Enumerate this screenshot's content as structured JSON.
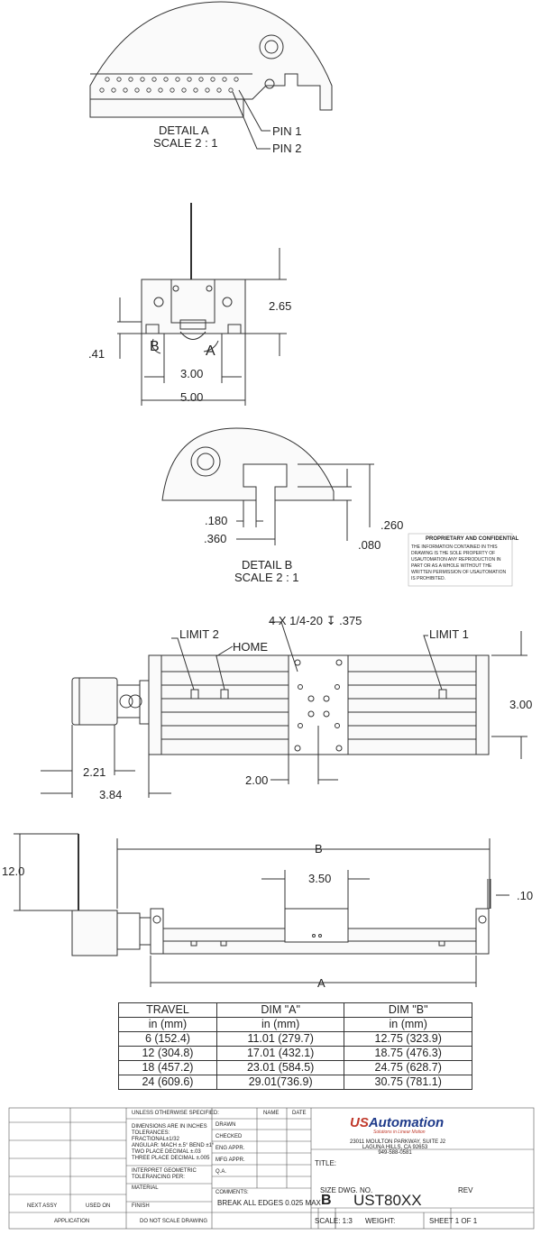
{
  "detail_a": {
    "title": "DETAIL A",
    "scale": "SCALE 2 : 1",
    "pin1": "PIN 1",
    "pin2": "PIN 2"
  },
  "end_view": {
    "dim_265": "2.65",
    "dim_041": ".41",
    "dim_300": "3.00",
    "dim_500": "5.00",
    "label_b": "B",
    "label_a": "A"
  },
  "detail_b": {
    "title": "DETAIL B",
    "scale": "SCALE 2 : 1",
    "dim_180": ".180",
    "dim_360": ".360",
    "dim_260": ".260",
    "dim_080": ".080"
  },
  "proprietary": {
    "heading": "PROPRIETARY AND CONFIDENTIAL",
    "lines": [
      "THE INFORMATION CONTAINED IN THIS",
      "DRAWING IS THE SOLE PROPERTY OF",
      "USAUTOMATION ANY REPRODUCTION IN",
      "PART OR AS A WHOLE WITHOUT THE",
      "WRITTEN PERMISSION OF USAUTOMATION",
      "IS PROHIBITED."
    ]
  },
  "top_view": {
    "holes": "4 X 1/4-20 ↧ .375",
    "limit1": "LIMIT 1",
    "limit2": "LIMIT 2",
    "home": "HOME",
    "dim_300": "3.00",
    "dim_221": "2.21",
    "dim_384": "3.84",
    "dim_200": "2.00"
  },
  "side_view": {
    "dim_b": "B",
    "dim_a": "A",
    "dim_120": "12.0",
    "dim_350": "3.50",
    "dim_010": ".10"
  },
  "table": {
    "headers": [
      "TRAVEL",
      "DIM \"A\"",
      "DIM \"B\""
    ],
    "units": [
      "in (mm)",
      "in (mm)",
      "in (mm)"
    ],
    "rows": [
      [
        "6 (152.4)",
        "11.01 (279.7)",
        "12.75 (323.9)"
      ],
      [
        "12 (304.8)",
        "17.01 (432.1)",
        "18.75 (476.3)"
      ],
      [
        "18 (457.2)",
        "23.01 (584.5)",
        "24.75 (628.7)"
      ],
      [
        "24 (609.6)",
        "29.01(736.9)",
        "30.75 (781.1)"
      ]
    ]
  },
  "title_block": {
    "unless": "UNLESS OTHERWISE SPECIFIED:",
    "name": "NAME",
    "date": "DATE",
    "tol_lines": [
      "DIMENSIONS ARE IN INCHES",
      "TOLERANCES:",
      "FRACTIONAL±1/32",
      "ANGULAR: MACH ±.5° BEND ±1°",
      "TWO PLACE DECIMAL    ±.03",
      "THREE PLACE DECIMAL   ±.005"
    ],
    "drawn": "DRAWN",
    "checked": "CHECKED",
    "eng_appr": "ENG APPR.",
    "mfg_appr": "MFG APPR.",
    "qa": "Q.A.",
    "interpret": [
      "INTERPRET GEOMETRIC",
      "TOLERANCING PER:"
    ],
    "material": "MATERIAL",
    "finish": "FINISH",
    "comments": "COMMENTS:",
    "comments_text": "BREAK ALL EDGES 0.025 MAX",
    "next_assy": "NEXT ASSY",
    "used_on": "USED ON",
    "application": "APPLICATION",
    "do_not_scale": "DO NOT SCALE DRAWING",
    "logo_us": "US",
    "logo_rest": "Automation",
    "tagline": "Solutions in Linear Motion",
    "address": [
      "23011 MOULTON PARKWAY, SUITE J2",
      "LAGUNA HILLS, CA 92653",
      "949-588-0581"
    ],
    "title": "TITLE:",
    "size": "SIZE",
    "size_val": "B",
    "dwg_no": "DWG. NO.",
    "dwg_val": "UST80XX",
    "rev": "REV",
    "scale": "SCALE: 1:3",
    "weight": "WEIGHT:",
    "sheet": "SHEET 1 OF 1"
  }
}
